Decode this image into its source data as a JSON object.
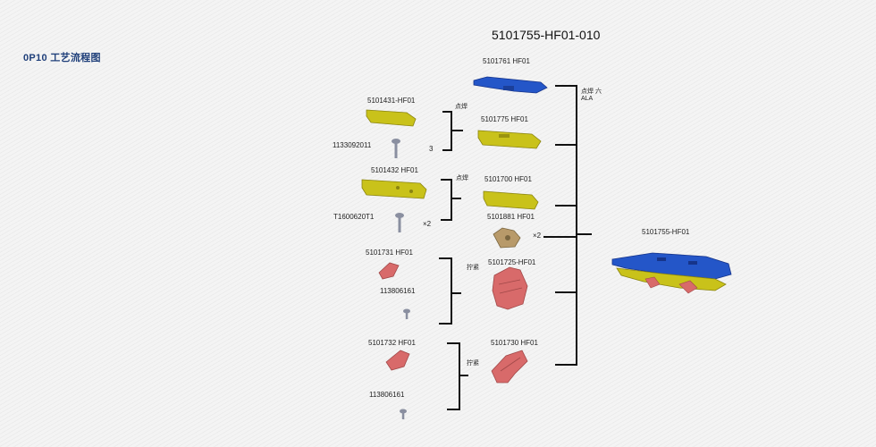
{
  "header": {
    "op_title": "0P10 工艺流程图",
    "assembly_title": "5101755-HF01-010"
  },
  "parts": {
    "top_blue": "5101761 HF01",
    "yellow_left_1": "5101431-HF01",
    "yellow_right_1": "5101775 HF01",
    "screw_1": "1133092011",
    "qty_1": "3",
    "yellow_left_2": "5101432 HF01",
    "yellow_right_2": "5101700 HF01",
    "screw_2": "T1600620T1",
    "qty_2": "×2",
    "bracket": "5101881 HF01",
    "qty_bracket": "×2",
    "red_left_1": "5101731 HF01",
    "red_right_1": "5101725-HF01",
    "screw_3": "113806161",
    "red_left_2": "5101732 HF01",
    "red_right_2": "5101730 HF01",
    "screw_4": "113806161",
    "final_assembly": "5101755-HF01"
  },
  "process_notes": {
    "note_1": "点焊",
    "note_2": "点焊",
    "note_3": "拧紧",
    "note_4": "拧紧",
    "note_main": "点焊 六ALA"
  },
  "colors": {
    "blue_part": "#2456c8",
    "yellow_part": "#c9c21a",
    "red_part": "#d86a6a",
    "bracket_part": "#b89a6a",
    "screw_part": "#8a8fa0",
    "bracket_line": "#111111"
  }
}
